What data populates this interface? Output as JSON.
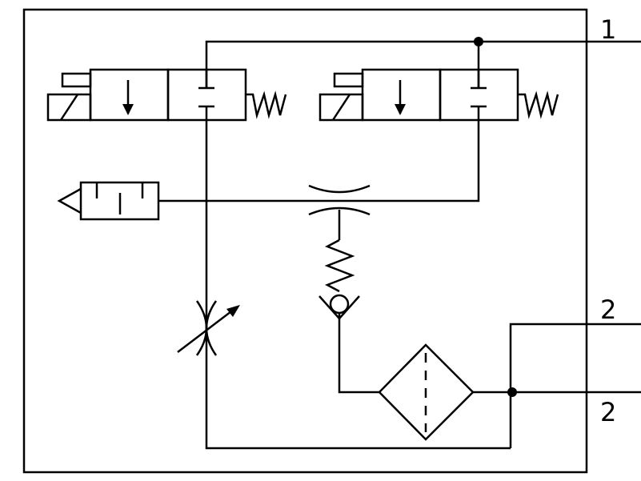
{
  "ports": {
    "port_1_label": "1",
    "port_2_upper_label": "2",
    "port_2_lower_label": "2"
  },
  "components": {
    "valve_left": "solenoid-valve-2-2",
    "valve_right": "solenoid-valve-2-2",
    "silencer": "exhaust-silencer",
    "fixed_orifice": "orifice",
    "check_valve": "spring-loaded-check-valve",
    "adjustable_throttle": "variable-restrictor",
    "filter": "filter"
  },
  "colors": {
    "line": "#000000",
    "background": "#ffffff"
  }
}
